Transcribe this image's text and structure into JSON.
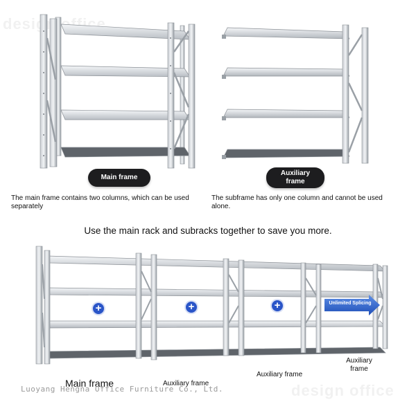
{
  "labels": {
    "main_frame_pill": "Main frame",
    "aux_frame_pill_line1": "Auxiliary",
    "aux_frame_pill_line2": "frame",
    "main_caption": "The main frame contains two columns, which can be used separately",
    "sub_caption": "The subframe has only one column and cannot be used alone.",
    "headline": "Use the main rack and subracks together to save you more.",
    "arrow_text": "Unlimited Splicing",
    "plus_symbol": "+",
    "bottom_main": "Main frame",
    "bottom_aux_1": "Auxiliary frame",
    "bottom_aux_2": "Auxiliary frame",
    "bottom_aux_3_line1": "Auxiliary",
    "bottom_aux_3_line2": "frame",
    "watermark": "Luoyang Hengna Office Furniture Co., Ltd."
  },
  "colors": {
    "pill_bg": "#1d1d1f",
    "plus_bg": "#2a55c8",
    "arrow_blue": "#2f63c9",
    "steel_light": "#e9ecef",
    "steel_dark": "#8b9096"
  }
}
